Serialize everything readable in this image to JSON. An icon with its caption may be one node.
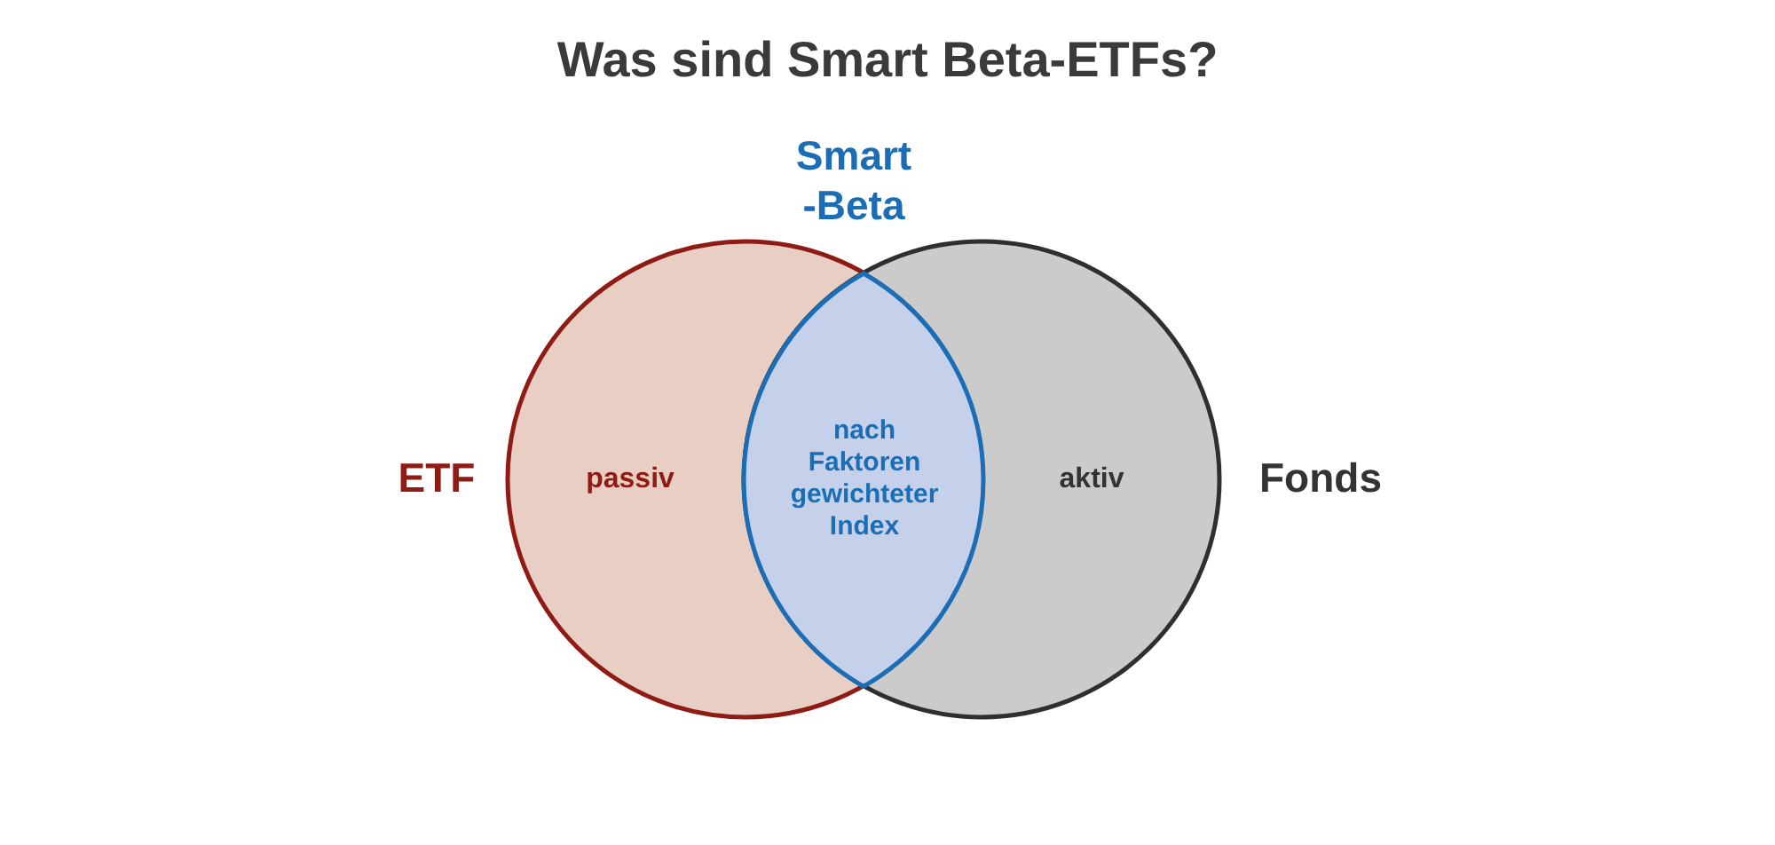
{
  "diagram": {
    "title": "Was sind Smart Beta-ETFs?",
    "nodes": [
      {
        "text": [
          "ETF",
          "passiv"
        ]
      },
      {
        "text": [
          "Smart -Beta",
          "nach Faktoren gewichteter Index"
        ]
      },
      {
        "text": [
          "aktiv",
          "Fonds"
        ]
      }
    ]
  }
}
